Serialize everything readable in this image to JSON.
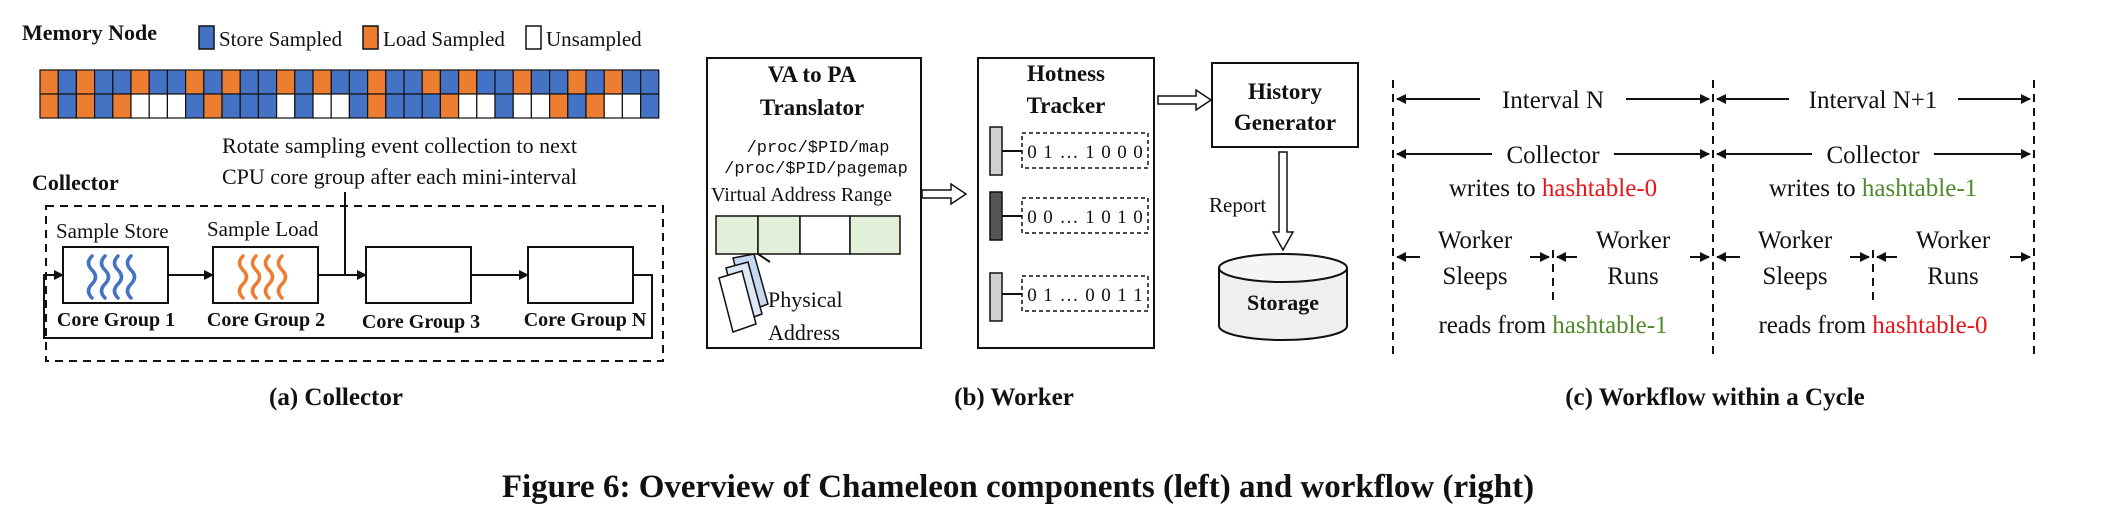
{
  "colors": {
    "store": "#4472c4",
    "load": "#ed7d31",
    "unsampled": "#ffffff",
    "va_cell": "#e2f0d9",
    "highlight_red": "#e8141b",
    "highlight_green": "#4f8a2a"
  },
  "memory_node": {
    "title": "Memory Node",
    "legend": [
      {
        "key": "S",
        "label": "Store Sampled"
      },
      {
        "key": "L",
        "label": "Load Sampled"
      },
      {
        "key": "U",
        "label": "Unsampled"
      }
    ],
    "rows": [
      "LSLSSLSSLSLSSLSLSSLSSLSLSSLSSLSLSS",
      "LSLSLUUUSLSSSUSUUSLSSSLUUSUULSLUUS"
    ]
  },
  "collector": {
    "title": "Collector",
    "rotate_note": [
      "Rotate sampling event collection to next",
      "CPU core group after each mini-interval"
    ],
    "sample_store": "Sample Store",
    "sample_load": "Sample Load",
    "groups": [
      "Core Group 1",
      "Core Group 2",
      "Core Group 3",
      "Core Group N"
    ]
  },
  "worker": {
    "translator_title": [
      "VA to PA",
      "Translator"
    ],
    "proc_map": "/proc/$PID/map",
    "proc_pagemap": "/proc/$PID/pagemap",
    "va_range": "Virtual Address Range",
    "physical": [
      "Physical",
      "Address"
    ],
    "tracker_title": [
      "Hotness",
      "Tracker"
    ],
    "bitmaps": [
      [
        "0",
        "1",
        "…",
        "1",
        "0",
        "0",
        "0"
      ],
      [
        "0",
        "0",
        "…",
        "1",
        "0",
        "1",
        "0"
      ],
      [
        "0",
        "1",
        "…",
        "0",
        "0",
        "1",
        "1"
      ]
    ],
    "history_title": [
      "History",
      "Generator"
    ],
    "report": "Report",
    "storage": "Storage"
  },
  "workflow": {
    "intervals": [
      "Interval N",
      "Interval N+1"
    ],
    "collector": [
      "Collector",
      "Collector"
    ],
    "writes_prefix": "writes to ",
    "writes_tables": [
      "hashtable-0",
      "hashtable-1"
    ],
    "worker_sleeps": [
      "Worker",
      "Sleeps"
    ],
    "worker_runs": [
      "Worker",
      "Runs"
    ],
    "reads_prefix": "reads from ",
    "reads_tables": [
      "hashtable-1",
      "hashtable-0"
    ]
  },
  "captions": {
    "a": "(a) Collector",
    "b": "(b) Worker",
    "c": "(c) Workflow within a Cycle",
    "figure": "Figure 6: Overview of Chameleon components (left) and workflow (right)"
  }
}
